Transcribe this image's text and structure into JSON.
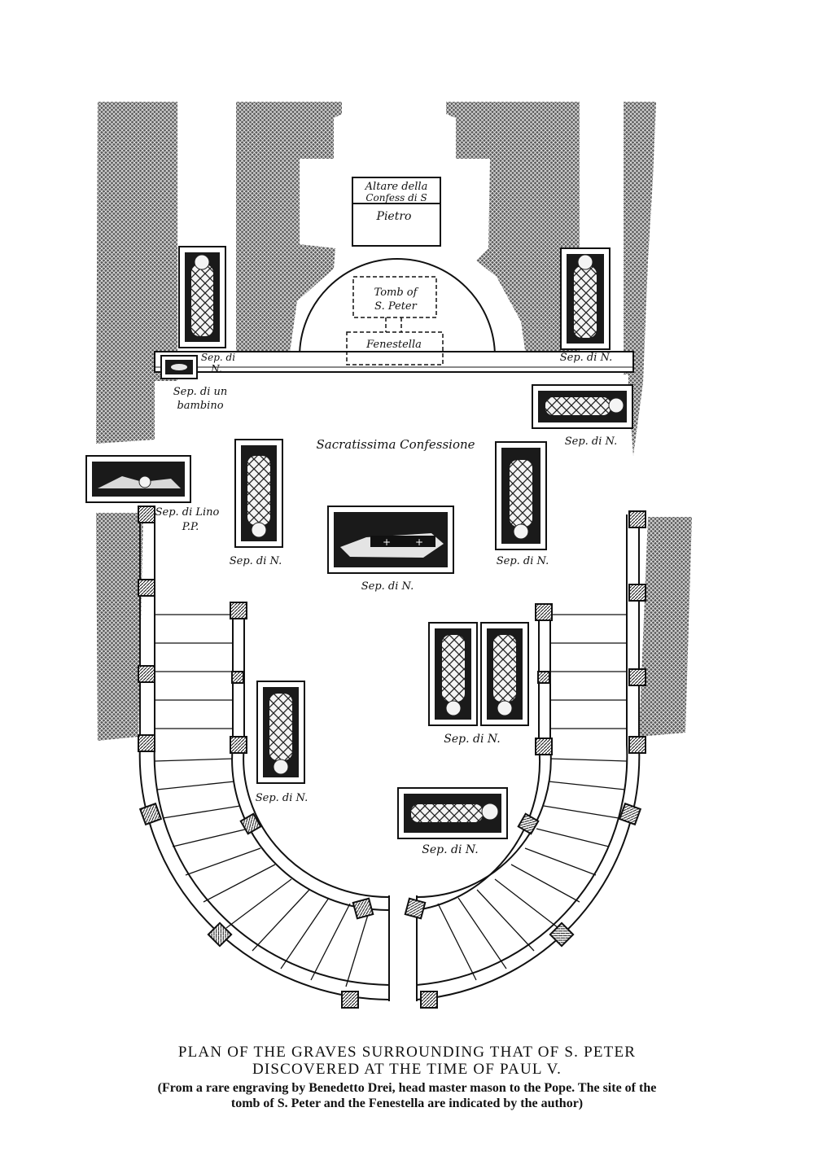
{
  "plan": {
    "altar_label_lines": [
      "Altare della",
      "Confess di S",
      "Pietro"
    ],
    "tomb_label_lines": [
      "Tomb of",
      "S. Peter"
    ],
    "fenestella_label": "Fenestella",
    "sacratissima_label": "Sacratissima Confessione",
    "grave_labels": {
      "sep_di_n_upper_left": [
        "Sep. di",
        "N."
      ],
      "sep_di_n_upper_right": "Sep. di N.",
      "sep_di_un_bambino": [
        "Sep. di un",
        "bambino"
      ],
      "sep_di_n_right_horizontal": "Sep. di N.",
      "sep_di_lino": [
        "Sep. di Lino",
        "P.P."
      ],
      "sep_di_n_left_mid": "Sep. di N.",
      "sep_di_n_center": "Sep. di N.",
      "sep_di_n_right_mid": "Sep. di N.",
      "sep_di_n_pair": "Sep. di N.",
      "sep_di_n_lower_left": "Sep. di N.",
      "sep_di_n_lower_center": "Sep. di N."
    }
  },
  "caption": {
    "title_line1": "PLAN OF THE GRAVES SURROUNDING THAT OF S. PETER",
    "title_line2": "DISCOVERED AT THE TIME OF PAUL V.",
    "note_line1": "(From a rare engraving by Benedetto Drei, head master mason to the Pope.  The site of the",
    "note_line2": "tomb of S. Peter and the Fenestella are indicated by the author)"
  }
}
